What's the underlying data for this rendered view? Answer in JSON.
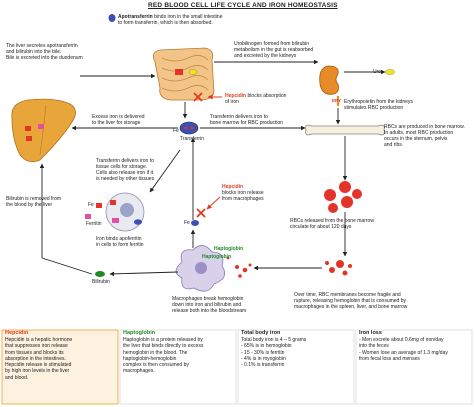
{
  "title": "RED BLOOD CELL LIFE CYCLE AND IRON HOMEOSTASIS",
  "labels": {
    "apotransferrin": [
      "Apotransferrin",
      "binds iron in the small intestine",
      "to form transferrin, which is then absorbed."
    ],
    "liver_secretes": [
      "The liver secretes apotransferrin",
      "and bilirubin into the bile.",
      "Bile is excreted into the duodenum"
    ],
    "urobilinogen": [
      "Urobilinogen formed from bilirubin",
      "metabolism in the gut is reabsorbed",
      "and excreted by the kidneys"
    ],
    "uro": "Uro",
    "ery": "ERY",
    "hepcidin_word": "Hepcidin",
    "hepcidin_absorption_rest": "blocks absorption",
    "hepcidin_absorption_rest2": "of iron",
    "erythropoietin": [
      "Erythropoietin from the kidneys",
      "stimulates RBC production"
    ],
    "excess_iron": [
      "Excess iron is delivered",
      "to the liver for storage"
    ],
    "transferrin": "Transferrin",
    "transferrin_delivers_bm": [
      "Transferrin delivers iron to",
      "bone marrow for RBC production"
    ],
    "fe": "Fe",
    "rbcs_produced": [
      "RBCs are produced in bone marrow.",
      "In adults, most RBC production",
      "occurs in the sternum, pelvis",
      "and ribs."
    ],
    "tissue_cells": [
      "Transferrin delivers iron to",
      "tissue cells for storage.",
      "Cells also release iron if it",
      "is needed by other tissues"
    ],
    "ferritin": "Ferritin",
    "hepcidin_macrophages_rest": [
      "blocks iron release",
      "from macrophages"
    ],
    "bilirubin_removed": [
      "Bilirubin is removed from",
      "the blood by the liver"
    ],
    "apoferritin": [
      "Iron binds apoferritin",
      "in cells to form ferritin"
    ],
    "rbcs_released": [
      "RBCs released from the bone marrow",
      "circulate for about 120 days"
    ],
    "haptoglobin1": "Haptoglobin",
    "haptoglobin2": "Haptoglobin",
    "bilirubin": "Bilirubin",
    "macrophages_break": [
      "Macrophages break hemoglobin",
      "down into iron and bilirubin and",
      "release both into the bloodstream"
    ],
    "over_time": [
      "Over time, RBC membranes become fragile and",
      "rupture, releasing hemoglobin that is consumed by",
      "macrophages in the spleen, liver, and bone marrow"
    ]
  },
  "panels": {
    "hepcidin": {
      "heading": "Hepcidin",
      "body": "Hepcidin is a hepatic hormone\nthat suppresses iron release\nfrom tissues and blocks its\nabsorption in the intestines.\nHepcidin release is stimulated\nby high iron levels in the liver\nand blood."
    },
    "haptoglobin": {
      "heading": "Haptoglobin",
      "body": "Haptoglobin is a protein released by\nthe liver that binds directly to excess\nhemoglobin in the blood. The\nhaptoglobin-hemoglobin\ncomplex is then consumed by\nmacrophages."
    },
    "total_iron": {
      "heading": "Total body iron",
      "body": "Total body iron is 4 – 5 grams\n- 65% is in hemoglobin\n- 15 - 30% is ferritin\n- 4% is in myoglobin\n- 0.1% is transferrin"
    },
    "iron_loss": {
      "heading": "Iron loss",
      "body": "- Men excrete about 0.6mg of iron/day\ninto the feces\n- Women lose an average of 1.3 mg/day\nfrom fecal loss and menses"
    }
  },
  "colors": {
    "arrow": "#222222",
    "liver": "#e7a53a",
    "red_cell": "#e4342a",
    "hepcidin": "#e03a1e",
    "haptoglobin": "#1e8a2a",
    "panel_bg": "#fdf1e0",
    "panel_border": "#f0a030"
  }
}
